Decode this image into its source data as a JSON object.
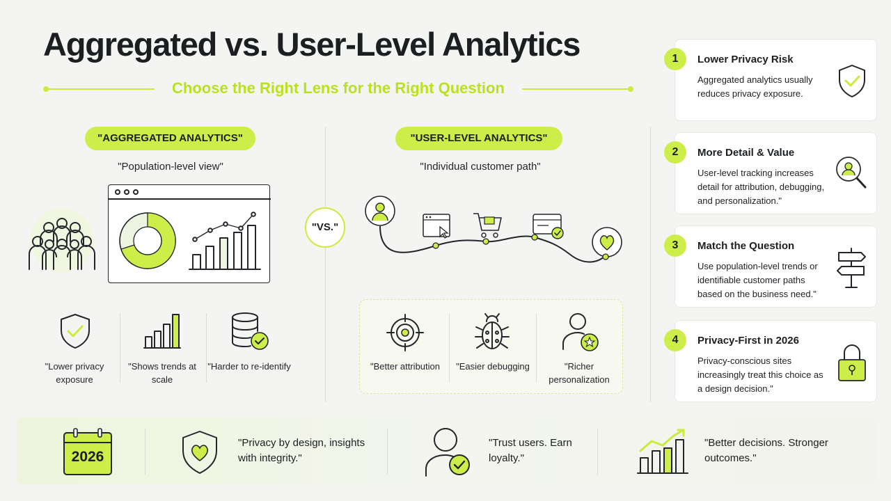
{
  "title": "Aggregated vs. User-Level Analytics",
  "subtitle": "Choose the Right Lens for the Right Question",
  "vs_label": "\"VS.\"",
  "aggregated": {
    "pill": "\"AGGREGATED ANALYTICS\"",
    "caption": "\"Population-level view\"",
    "benefits": [
      {
        "label": "\"Lower privacy exposure",
        "icon": "shield-check-icon"
      },
      {
        "label": "\"Shows trends at scale",
        "icon": "bar-chart-icon"
      },
      {
        "label": "\"Harder to re-identify",
        "icon": "database-check-icon"
      }
    ]
  },
  "user_level": {
    "pill": "\"USER-LEVEL ANALYTICS\"",
    "caption": "\"Individual customer path\"",
    "benefits": [
      {
        "label": "\"Better attribution",
        "icon": "target-icon"
      },
      {
        "label": "\"Easier debugging",
        "icon": "bug-icon"
      },
      {
        "label": "\"Richer personalization",
        "icon": "user-star-icon"
      }
    ]
  },
  "cards": [
    {
      "num": "1",
      "title": "Lower Privacy Risk",
      "text": "Aggregated analytics usually reduces privacy exposure.",
      "icon": "shield-check-icon"
    },
    {
      "num": "2",
      "title": "More Detail & Value",
      "text": "User-level tracking increases detail for attribution, debugging, and personalization.\"",
      "icon": "user-magnifier-icon"
    },
    {
      "num": "3",
      "title": "Match the Question",
      "text": "Use population-level trends or identifiable customer paths based on the business need.\"",
      "icon": "signpost-icon"
    },
    {
      "num": "4",
      "title": "Privacy-First in 2026",
      "text": "Privacy-conscious sites increasingly treat this choice as a design decision.\"",
      "icon": "padlock-icon"
    }
  ],
  "bottom": {
    "year": "2026",
    "items": [
      {
        "text": "\"Privacy by design, insights with integrity.\"",
        "icon": "heart-shield-icon"
      },
      {
        "text": "\"Trust users. Earn loyalty.\"",
        "icon": "user-check-icon"
      },
      {
        "text": "\"Better decisions. Stronger outcomes.\"",
        "icon": "growth-chart-icon"
      }
    ]
  },
  "colors": {
    "accent": "#c9ec3d",
    "ink": "#22262a",
    "background": "#f4f5f2"
  }
}
